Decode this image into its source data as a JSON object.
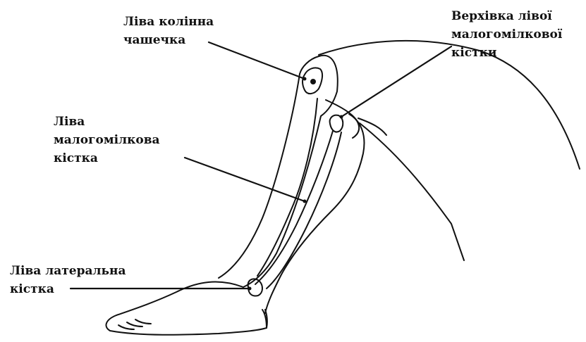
{
  "labels": {
    "patella": {
      "line1": "Ліва колінна",
      "line2": "чашечка"
    },
    "fibula_head": {
      "line1": "Верхівка лівої",
      "line2": "малогомілкової",
      "line3": "кістки"
    },
    "fibula": {
      "line1": "Ліва",
      "line2": "малогомілкова",
      "line3": "кістка"
    },
    "lateral": {
      "line1": "Ліва латеральна",
      "line2": "кістка"
    }
  },
  "colors": {
    "ink": "#111111",
    "background": "#ffffff"
  }
}
